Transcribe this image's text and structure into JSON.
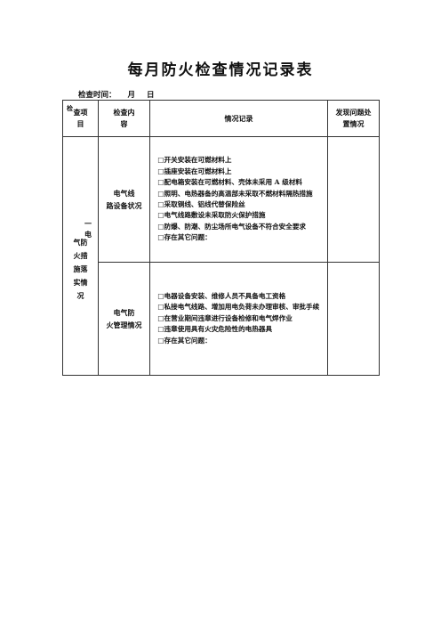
{
  "title": "每月防火检查情况记录表",
  "meta": {
    "time_label": "检查时间：",
    "month_label": "月",
    "day_label": "日"
  },
  "header": {
    "col1_line1": "查项",
    "col1_line2": "目",
    "col1_tick": "检",
    "col2_line1": "检查内",
    "col2_line2": "容",
    "col3": "情况记录",
    "col4_line1": "发现问题处",
    "col4_line2": "置情况"
  },
  "category": {
    "frag_a": "一",
    "frag_b": "电",
    "lines": [
      "气防",
      "火措",
      "施落",
      "实情",
      "况"
    ]
  },
  "sections": [
    {
      "content_line1": "电气线",
      "content_line2": "路设备状况",
      "items": [
        "□开关安装在可燃材料上",
        "□插座安装在可燃材料上",
        "□配电箱安装在可燃材料、壳体未采用 A 级材料",
        "□照明、电热器备的高温部未采取不燃材料隔热措施",
        "□采取铜线、铝线代替保险丝",
        "□电气线路敷设未采取防火保护措施",
        "□防爆、防潮、防尘场所电气设备不符合安全要求",
        "□存在其它问题："
      ]
    },
    {
      "content_line1": "电气防",
      "content_line2": "火管理情况",
      "items": [
        "□电器设备安装、维修人员不具备电工资格",
        "□私接电气线路、增加用电负荷未办理审核、审批手续",
        "□在营业期间违章进行设备检修和电气焊作业",
        "□违章使用具有火灾危险性的电热器具",
        "□存在其它问题："
      ]
    }
  ]
}
